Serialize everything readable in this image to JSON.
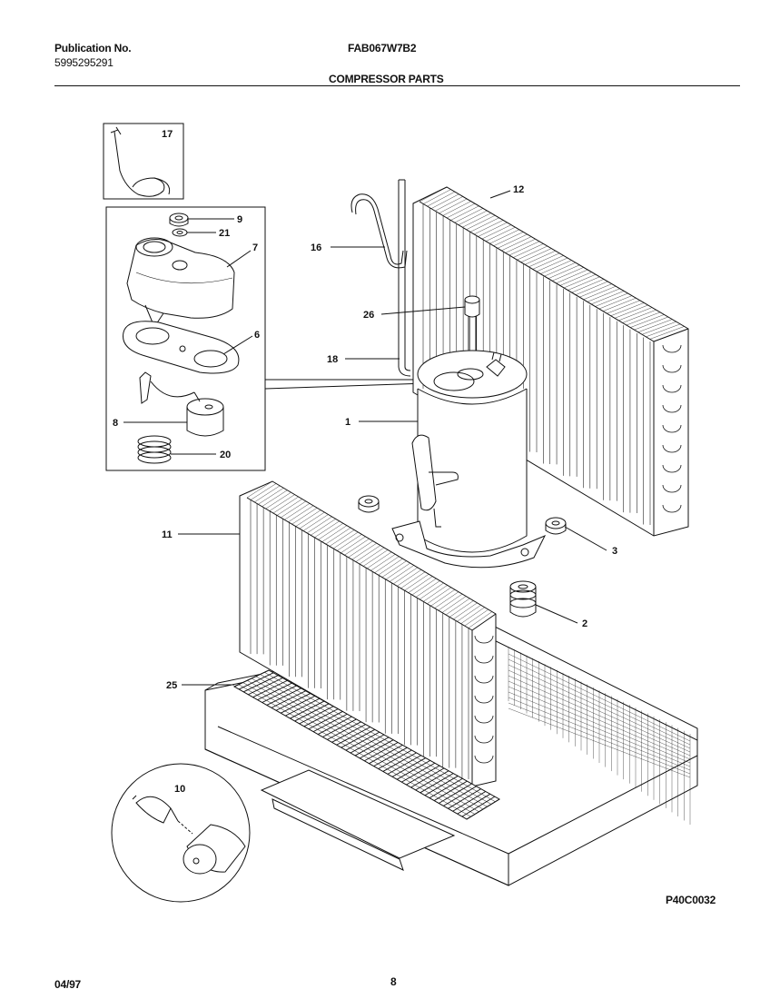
{
  "header": {
    "publication_label": "Publication No.",
    "publication_number": "5995295291",
    "model": "FAB067W7B2",
    "section_title": "COMPRESSOR PARTS"
  },
  "callouts": {
    "p17": "17",
    "p9": "9",
    "p21": "21",
    "p7": "7",
    "p6": "6",
    "p8": "8",
    "p20": "20",
    "p12": "12",
    "p16": "16",
    "p26": "26",
    "p18": "18",
    "p1": "1",
    "p3": "3",
    "p2": "2",
    "p11": "11",
    "p25": "25",
    "p10": "10"
  },
  "footer": {
    "drawing_code": "P40C0032",
    "date": "04/97",
    "page": "8"
  }
}
